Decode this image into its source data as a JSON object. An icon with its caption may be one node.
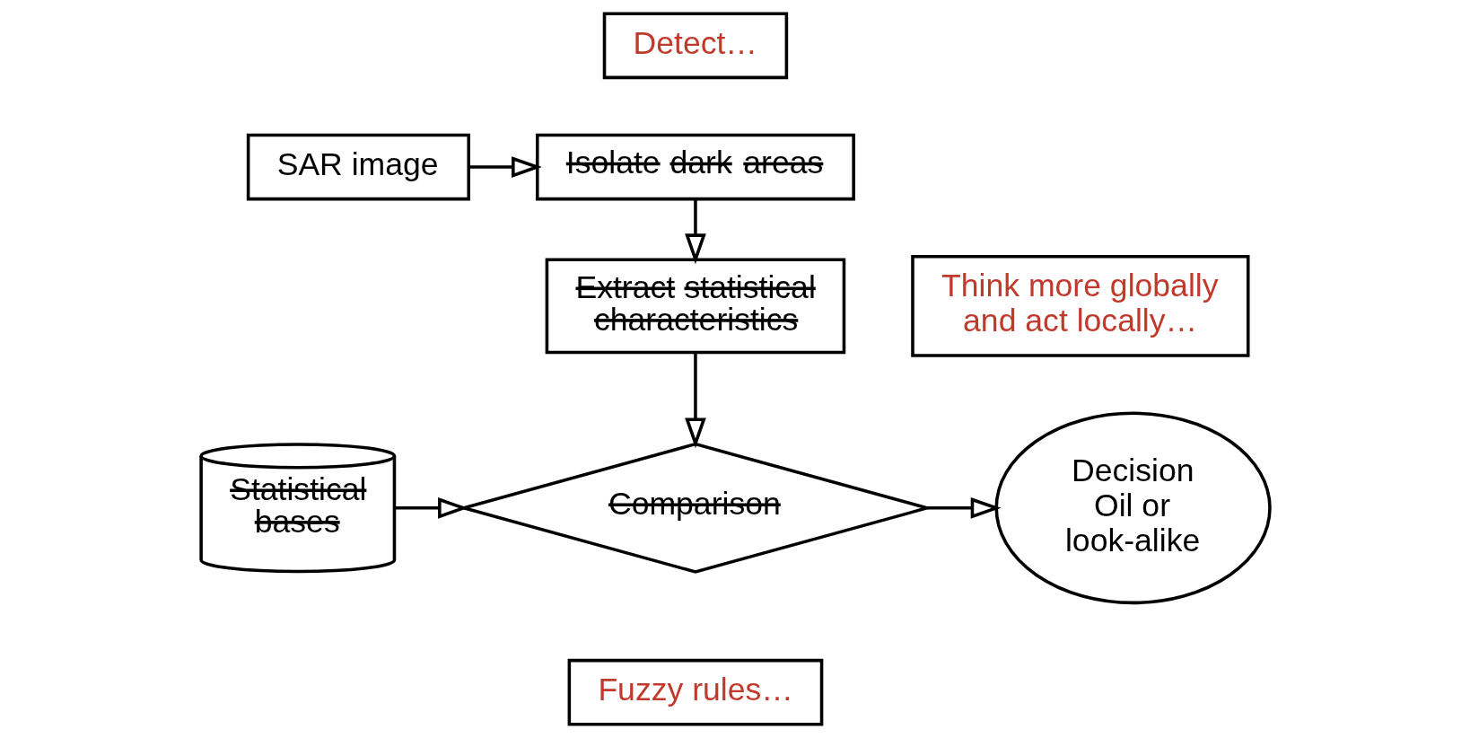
{
  "diagram": {
    "nodes": [
      {
        "text": [
          "SAR image"
        ]
      },
      {
        "text": [
          "Detect…"
        ]
      },
      {
        "text": [
          "Isolate dark areas"
        ]
      },
      {
        "text": [
          "Extract statistical characteristics"
        ]
      },
      {
        "text": [
          "Think more globally and act locally…"
        ]
      },
      {
        "text": [
          "Statistical bases"
        ]
      },
      {
        "text": [
          "Comparison"
        ]
      },
      {
        "text": [
          "Decision Oil or look-alike"
        ]
      },
      {
        "text": [
          "Fuzzy rules…"
        ]
      }
    ],
    "edges": [
      {
        "from": 0,
        "to": 2,
        "arrow": "to"
      },
      {
        "from": 2,
        "to": 3,
        "arrow": "to"
      },
      {
        "from": 3,
        "to": 6,
        "arrow": "to"
      },
      {
        "from": 5,
        "to": 6,
        "arrow": "to"
      },
      {
        "from": 6,
        "to": 7,
        "arrow": "to"
      }
    ]
  }
}
